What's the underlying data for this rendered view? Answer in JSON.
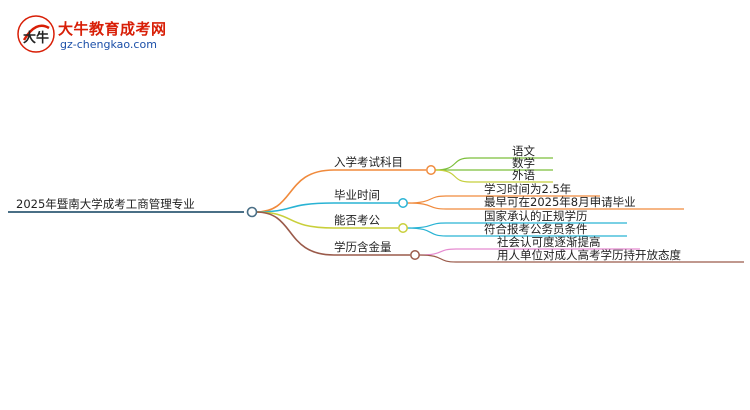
{
  "logo": {
    "name": "大牛教育成考网",
    "url": "gz-chengkao.com",
    "mark_text": "大牛"
  },
  "mindmap": {
    "root": "2025年暨南大学成考工商管理专业",
    "branches": [
      {
        "label": "入学考试科目",
        "color": "#f08a3c",
        "children": [
          {
            "label": "语文",
            "color": "#7cbf3b"
          },
          {
            "label": "数学",
            "color": "#7cbf3b"
          },
          {
            "label": "外语",
            "color": "#c5cf3c"
          }
        ]
      },
      {
        "label": "毕业时间",
        "color": "#29b3d4",
        "children": [
          {
            "label": "学习时间为2.5年",
            "color": "#f08a3c"
          },
          {
            "label": "最早可在2025年8月申请毕业",
            "color": "#f08a3c"
          }
        ]
      },
      {
        "label": "能否考公",
        "color": "#c9cf3a",
        "children": [
          {
            "label": "国家承认的正规学历",
            "color": "#29b3d4"
          },
          {
            "label": "符合报考公务员条件",
            "color": "#29b3d4"
          }
        ]
      },
      {
        "label": "学历含金量",
        "color": "#9a5a4a",
        "children": [
          {
            "label": "社会认可度逐渐提高",
            "color": "#e58ad0"
          },
          {
            "label": "用人单位对成人高考学历持开放态度",
            "color": "#9a5a4a"
          }
        ]
      }
    ]
  }
}
